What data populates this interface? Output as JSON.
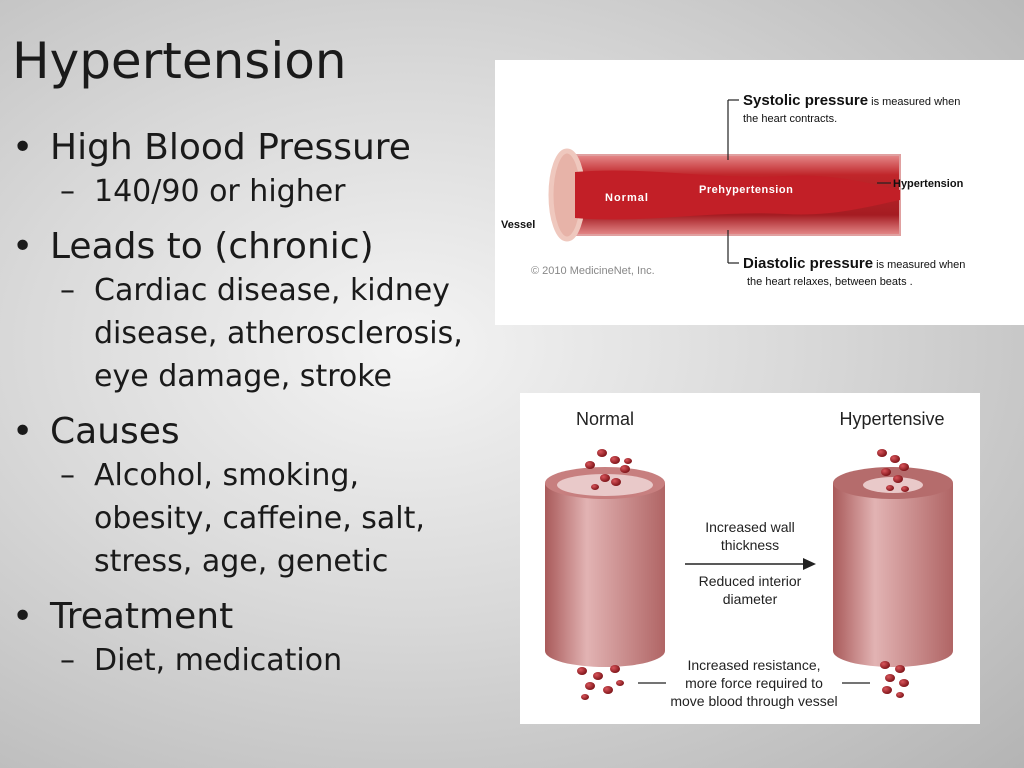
{
  "slide": {
    "title": "Hypertension",
    "bullets": [
      {
        "label": "High Blood Pressure",
        "sub": [
          "140/90 or higher"
        ]
      },
      {
        "label": "Leads to (chronic)",
        "sub": [
          "Cardiac disease, kidney",
          "disease, atherosclerosis,",
          "eye damage, stroke"
        ]
      },
      {
        "label": "Causes",
        "sub": [
          "Alcohol, smoking,",
          "obesity, caffeine, salt,",
          "stress, age, genetic"
        ]
      },
      {
        "label": "Treatment",
        "sub": [
          "Diet, medication"
        ]
      }
    ],
    "bullet_glyph": "•",
    "dash_glyph": "–"
  },
  "vessel_figure": {
    "systolic_bold": "Systolic pressure",
    "systolic_rest": " is measured when",
    "systolic_line2": "the heart contracts.",
    "label_normal": "Normal",
    "label_prehypertension": "Prehypertension",
    "label_hypertension": "Hypertension",
    "label_vessel": "Vessel",
    "copyright": "© 2010 MedicineNet, Inc.",
    "diastolic_bold": "Diastolic pressure",
    "diastolic_rest": " is measured when",
    "diastolic_line2": "the heart relaxes, between beats ."
  },
  "comparison_figure": {
    "normal_title": "Normal",
    "hypertensive_title": "Hypertensive",
    "wall_line1": "Increased wall",
    "wall_line2": "thickness",
    "diam_line1": "Reduced interior",
    "diam_line2": "diameter",
    "res_line1": "Increased resistance,",
    "res_line2": "more force required to",
    "res_line3": "move blood through vessel"
  },
  "colors": {
    "vessel_red": "#c0262a",
    "cylinder_pink": "#c98a8a",
    "blood_cell": "#8c1a1f"
  }
}
